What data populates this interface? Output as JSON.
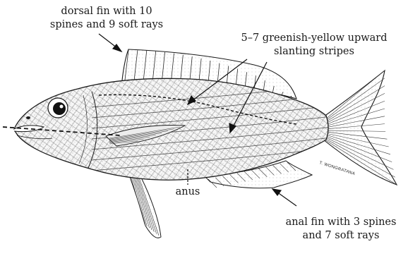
{
  "labels": {
    "dorsal_line1": "dorsal fin with 10",
    "dorsal_line2": "spines and 9 soft rays",
    "stripes_line1": "5–7 greenish-yellow  upward",
    "stripes_line2": "slanting stripes",
    "anus": "anus",
    "anal_line1": "anal fin with 3 spines",
    "anal_line2": "and 7 soft rays"
  },
  "signature": "T. WONGRATANA",
  "colors": {
    "ink": "#1a1a1a",
    "paper": "#ffffff"
  }
}
